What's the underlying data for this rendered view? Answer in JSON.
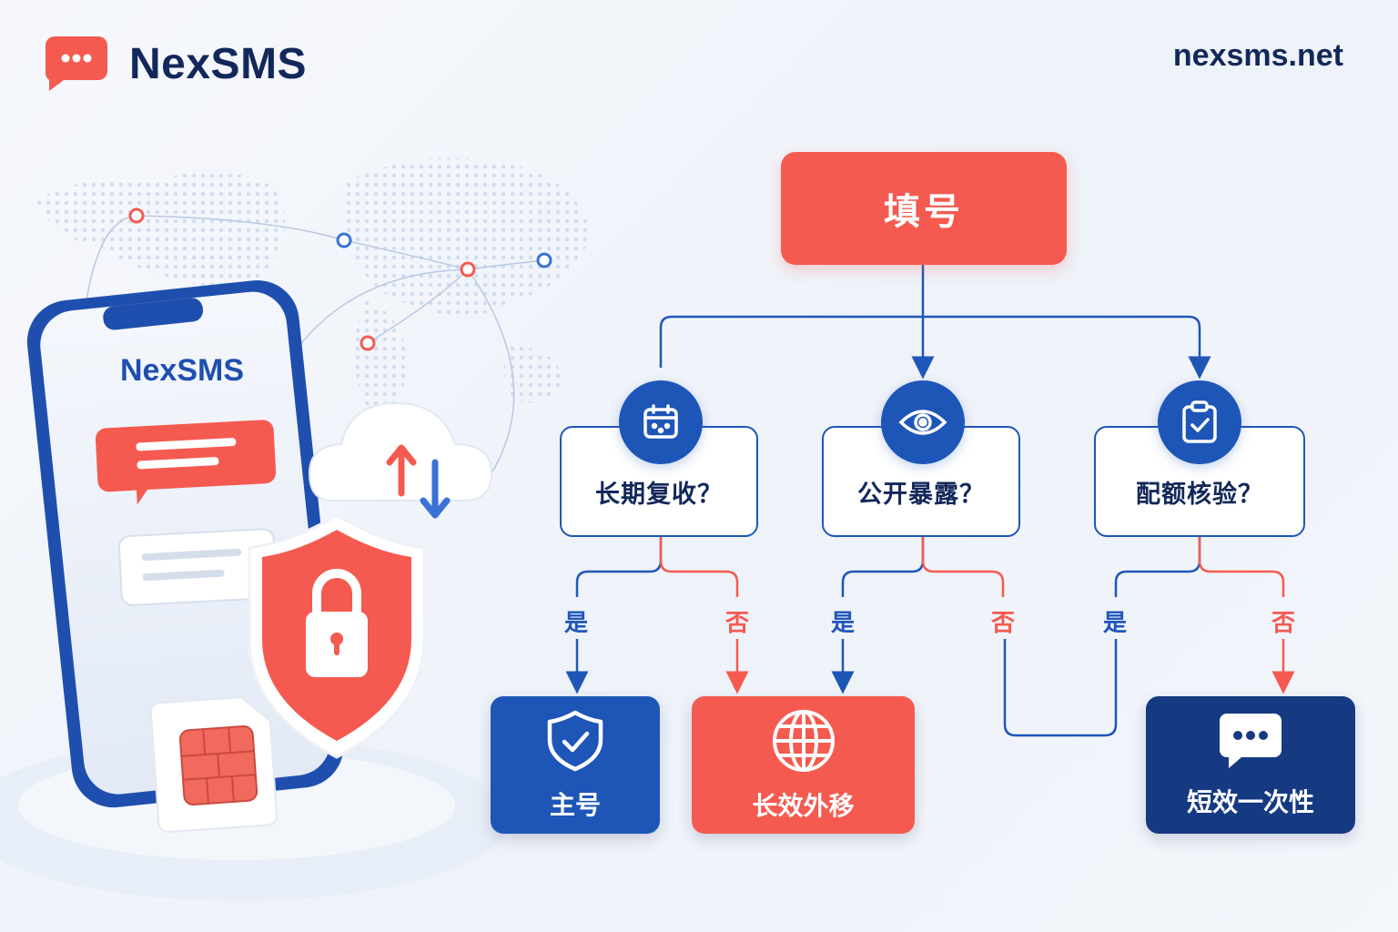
{
  "header": {
    "brand_name": "NexSMS",
    "site_url": "nexsms.net"
  },
  "illustration": {
    "phone_brand": "NexSMS"
  },
  "flow": {
    "start": "填号",
    "questions": [
      {
        "label": "长期复收？",
        "icon": "calendar-icon"
      },
      {
        "label": "公开暴露？",
        "icon": "eye-icon"
      },
      {
        "label": "配额核验？",
        "icon": "clipboard-check-icon"
      }
    ],
    "yes_label": "是",
    "no_label": "否",
    "results": [
      {
        "label": "主号",
        "icon": "shield-check-icon",
        "color": "#1e56b8"
      },
      {
        "label": "长效外移",
        "icon": "globe-icon",
        "color": "#f55a50"
      },
      {
        "label": "短效一次性",
        "icon": "chat-icon",
        "color": "#163a82"
      }
    ]
  },
  "colors": {
    "brand_red": "#f55a50",
    "brand_blue": "#1e56b8",
    "navy": "#13285a"
  }
}
